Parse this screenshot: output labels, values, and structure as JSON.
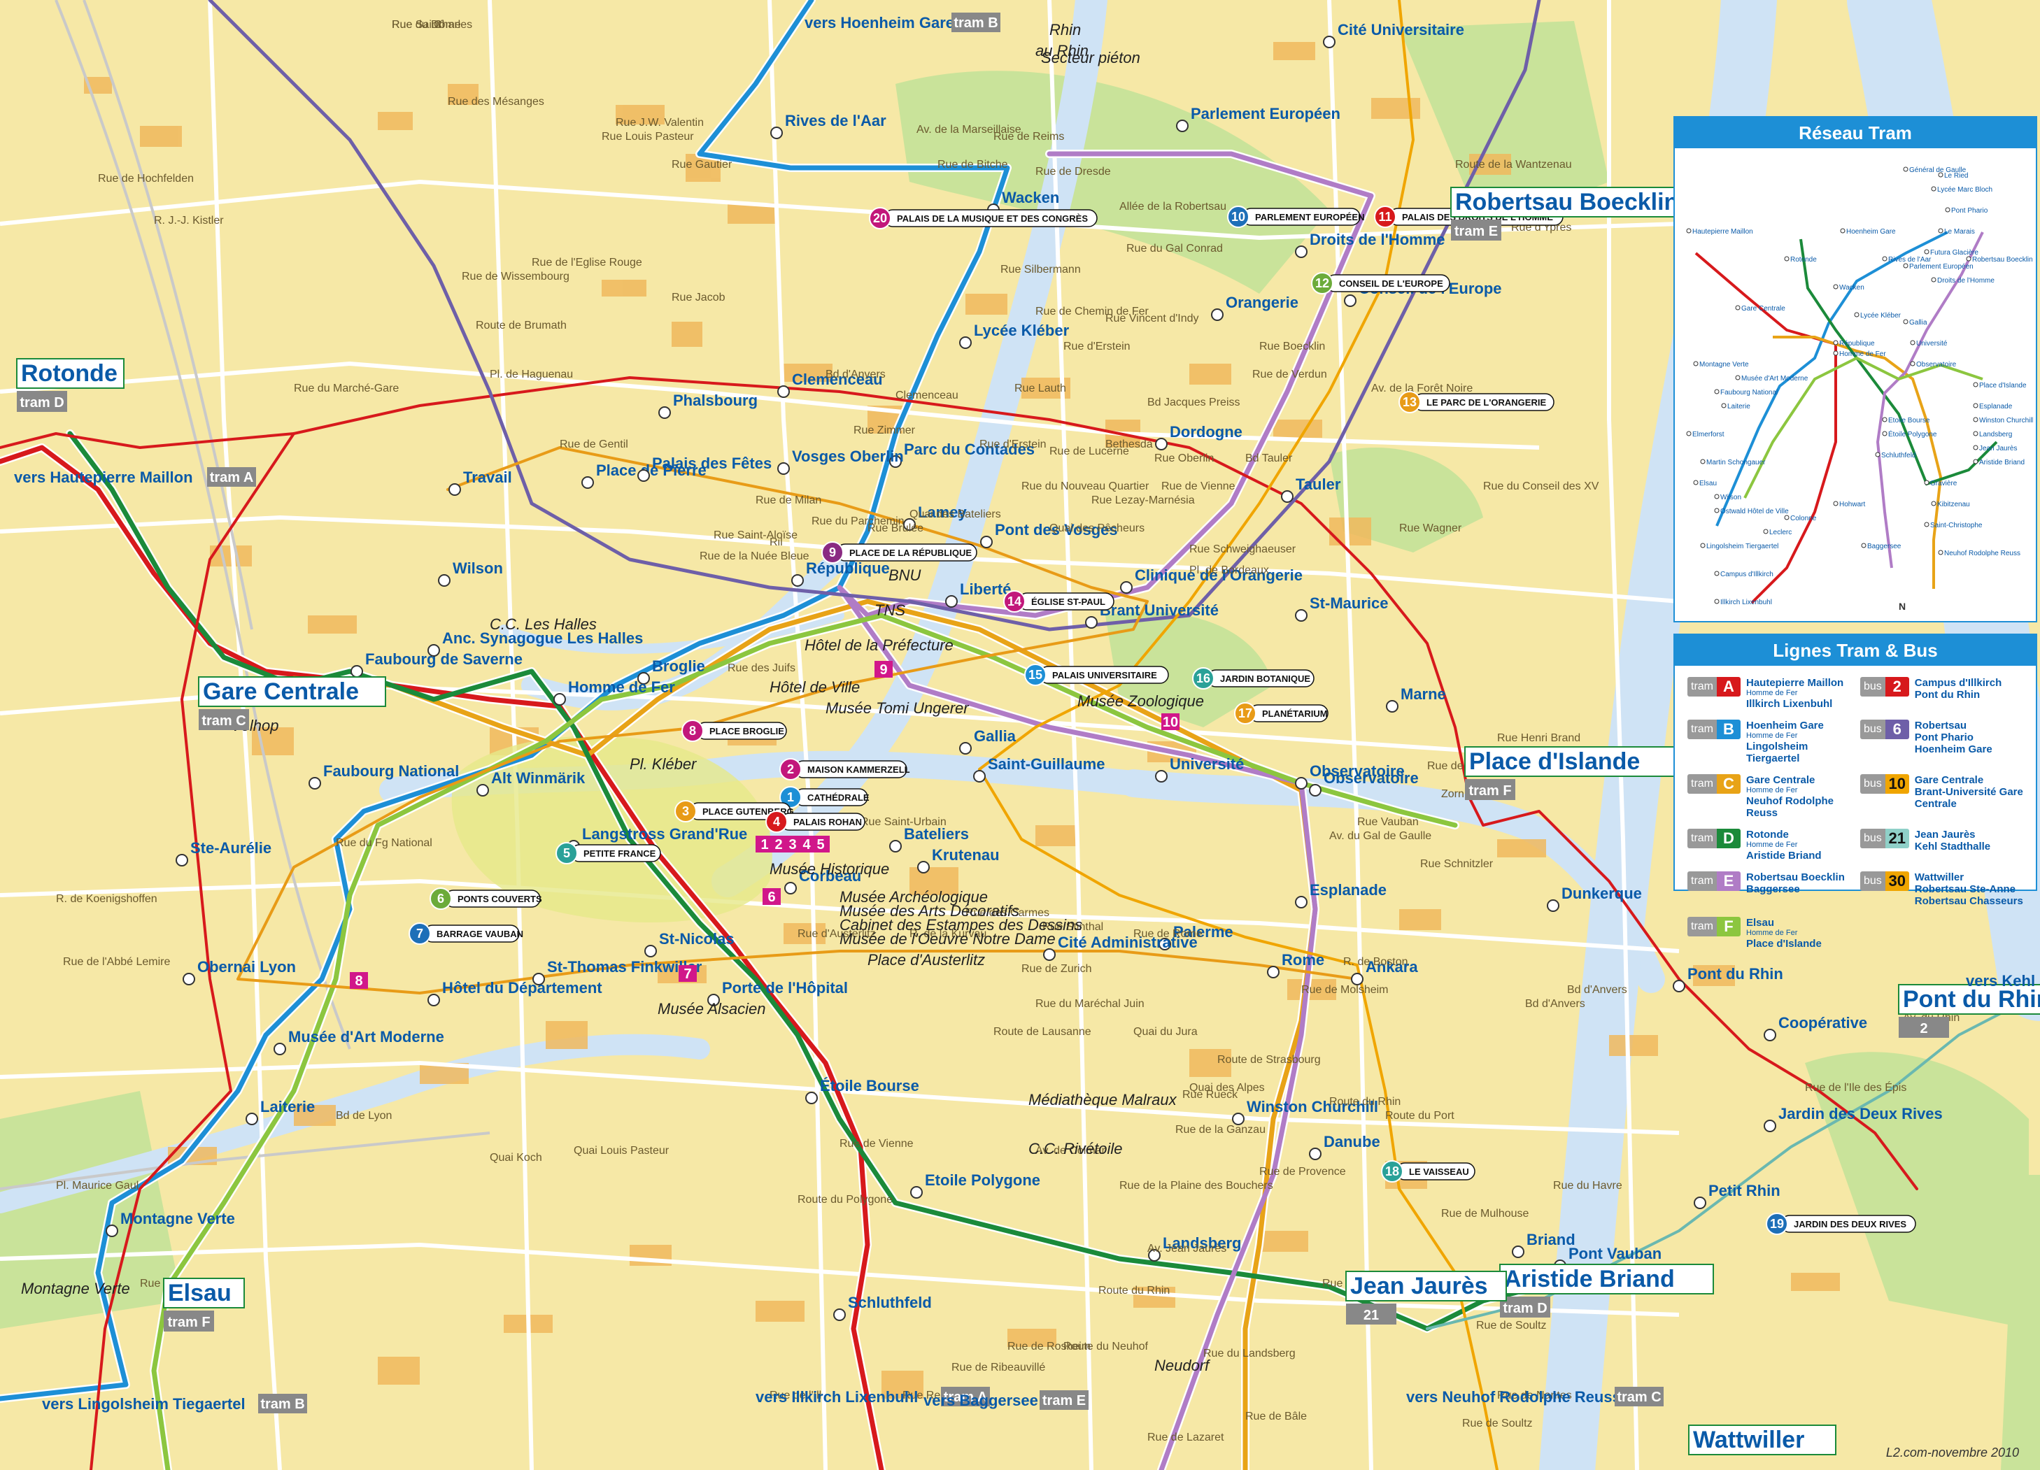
{
  "panels": {
    "network_title": "Réseau Tram",
    "lines_title": "Lignes Tram & Bus"
  },
  "lines": [
    {
      "mode": "tram",
      "code": "A",
      "color": "#d7191c",
      "text": "#fff",
      "from": "Hautepierre Maillon",
      "via": "Homme de Fer",
      "to": "Illkirch Lixenbuhl"
    },
    {
      "mode": "tram",
      "code": "B",
      "color": "#1d8fd6",
      "text": "#fff",
      "from": "Hoenheim Gare",
      "via": "Homme de Fer",
      "to": "Lingolsheim Tiergaertel"
    },
    {
      "mode": "tram",
      "code": "C",
      "color": "#e8a317",
      "text": "#fff",
      "from": "Gare Centrale",
      "via": "Homme de Fer",
      "to": "Neuhof Rodolphe Reuss"
    },
    {
      "mode": "tram",
      "code": "D",
      "color": "#1b8a3a",
      "text": "#fff",
      "from": "Rotonde",
      "via": "Homme de Fer",
      "to": "Aristide Briand"
    },
    {
      "mode": "tram",
      "code": "E",
      "color": "#b07cc6",
      "text": "#fff",
      "from": "Robertsau Boecklin",
      "via": "",
      "to": "Baggersee"
    },
    {
      "mode": "tram",
      "code": "F",
      "color": "#8cc63f",
      "text": "#fff",
      "from": "Elsau",
      "via": "Homme de Fer",
      "to": "Place d'Islande"
    },
    {
      "mode": "bus",
      "code": "2",
      "color": "#d7191c",
      "text": "#fff",
      "from": "Campus d'Illkirch",
      "via": "",
      "to": "Pont du Rhin"
    },
    {
      "mode": "bus",
      "code": "6",
      "color": "#6e5fa8",
      "text": "#fff",
      "from": "Robertsau",
      "via": "",
      "to": "Pont Phario Hoenheim Gare"
    },
    {
      "mode": "bus",
      "code": "10",
      "color": "#f0a500",
      "text": "#111",
      "from": "Gare Centrale",
      "via": "",
      "to": "Brant-Université Gare Centrale"
    },
    {
      "mode": "bus",
      "code": "21",
      "color": "#8fd0c8",
      "text": "#111",
      "from": "Jean Jaurès",
      "via": "",
      "to": "Kehl Stadthalle"
    },
    {
      "mode": "bus",
      "code": "30",
      "color": "#f0a500",
      "text": "#111",
      "from": "Wattwiller",
      "via": "",
      "to": "Robertsau Ste-Anne Robertsau Chasseurs"
    }
  ],
  "map": {
    "major_stations": [
      {
        "name": "Rotonde",
        "badge": "tram D"
      },
      {
        "name": "Gare Centrale",
        "badge": "tram C"
      },
      {
        "name": "Robertsau Boecklin",
        "badge": "tram E"
      },
      {
        "name": "Place d'Islande",
        "badge": "tram F"
      },
      {
        "name": "Aristide Briand",
        "badge": "tram D"
      },
      {
        "name": "Elsau",
        "badge": "tram F"
      },
      {
        "name": "Jean Jaurès",
        "badge": "21"
      },
      {
        "name": "Pont du Rhin",
        "badge": "2"
      },
      {
        "name": "Wattwiller",
        "badge": ""
      }
    ],
    "terminus_labels": [
      {
        "name": "vers Hautepierre Maillon",
        "badge": "tram A"
      },
      {
        "name": "vers Hoenheim Gare",
        "badge": "tram B"
      },
      {
        "name": "vers Lingolsheim Tiegaertel",
        "badge": "tram B"
      },
      {
        "name": "vers Illkirch Lixenbuhl",
        "badge": "tram A"
      },
      {
        "name": "vers Baggersee",
        "badge": "tram E"
      },
      {
        "name": "vers Neuhof Rodolphe Reuss",
        "badge": "tram C"
      },
      {
        "name": "vers Kehl Stadthalle",
        "badge": "21"
      }
    ],
    "stations": [
      "Rives de l'Aar",
      "Wacken",
      "Lycée Kléber",
      "Parc du Contades",
      "République",
      "Broglie",
      "Homme de Fer",
      "Alt Winmärik",
      "Faubourg National",
      "Ste-Aurélie",
      "Porte de l'Hôpital",
      "Étoile Bourse",
      "Etoile Polygone",
      "Schluthfeld",
      "Landsberg",
      "Winston Churchill",
      "Danube",
      "Ankara",
      "Rome",
      "Esplanade",
      "Observatoire",
      "Université",
      "Gallia",
      "Saint-Guillaume",
      "Krutenau",
      "Bateliers",
      "Corbeau",
      "Langstross Grand'Rue",
      "St-Nicolas",
      "St-Thomas Finkwiller",
      "Musée d'Art Moderne",
      "Laiterie",
      "Montagne Verte",
      "Faubourg de Saverne",
      "Anc. Synagogue Les Halles",
      "Clemenceau",
      "Phalsbourg",
      "Place de Pierre",
      "Palais des Fêtes",
      "Vosges Oberlin",
      "Lamey",
      "Pont des Vosges",
      "Liberté",
      "Brant Université",
      "Clinique de l'Orangerie",
      "Dordogne",
      "Tauler",
      "St-Maurice",
      "Marne",
      "Orangerie",
      "Conseil de l'Europe",
      "Droits de l'Homme",
      "Parlement Européen",
      "Cité Universitaire",
      "Dunkerque",
      "Coopérative",
      "Jardin des Deux Rives",
      "Petit Rhin",
      "Pont Vauban",
      "Briand",
      "Palerme",
      "Cité Administrative",
      "Hôtel du Département",
      "Obernai Lyon",
      "Travail",
      "Wilson",
      "Pont du Rhin",
      "Observatoire"
    ],
    "streets": [
      "Rue Saint",
      "Charles",
      "Rue des Mésanges",
      "Rue Louis Pasteur",
      "Rue J.W. Valentin",
      "Rue Gautier",
      "Rue de Wissembourg",
      "Route de Brumath",
      "Rue de l'Eglise Rouge",
      "Pl. de Haguenau",
      "Rue du Marché-Gare",
      "Rue de Hochfelden",
      "R. J.-J. Kistler",
      "Rue Jacob",
      "Rue de Gentil",
      "Clemenceau",
      "Bd d'Anvers",
      "Rue Lauth",
      "Bd Jacques Preiss",
      "Rue Schweighaeuser",
      "Bd Tauler",
      "Rue Wagner",
      "Rue du Conseil des XV",
      "Allée de la Robertsau",
      "Rue Boecklin",
      "Route de la Wantzenau",
      "Av. de la Forêt Noire",
      "Quai des Pêcheurs",
      "Quai des Bateliers",
      "Rue des Juifs",
      "Bd de Lyon",
      "Quai Louis Pasteur",
      "Route du Polygone",
      "Rue de Rome",
      "Quai du Jura",
      "Quai des Alpes",
      "Route du Rhin",
      "Route du Port",
      "Bd d'Anvers",
      "Rue de Mulhouse",
      "Av. Jean Jaurès",
      "Rue du Fg National",
      "R. de Koenigshoffen",
      "Rue de l'Abbé Lemire",
      "Pl. Maurice Gaul",
      "Rue de l'Oberelsau",
      "Quai Koch",
      "Rue Saint-Urbain",
      "Route de Lausanne",
      "Rue de Zurich",
      "R. de Boston",
      "Av. du Gal de Gaulle",
      "Rue Vauban",
      "Rue Schnitzler",
      "Rue d'Austerlitz",
      "Rue de Vienne",
      "Route du Neuhof",
      "Rue de Soultz",
      "Rue de Nantes",
      "Rue du Havre",
      "Av. du Rhin",
      "Rue de l'Ile des Épis",
      "Bd d'Anvers",
      "Rue du Maréchal Juin",
      "R. de la Kurvau",
      "Rue des Carmes",
      "Rue de Molsheim",
      "Rue de la Plaine des Bouchers",
      "Av. de Colmar",
      "Rue de la Ganzau",
      "Rue de Provence",
      "Rue du Landsberg",
      "Rue de Lazaret",
      "Rue de Bâle",
      "Rue de Soultz",
      "Rue Reitgasse",
      "Rue de Ribeauvillé",
      "Route du Rhin",
      "Rue Stinthal",
      "Rue Rueck",
      "Route de Strasbourg",
      "Rue de la Broque",
      "Rue de Rosheim",
      "Rue de l'Ill",
      "Rue de Dresde",
      "Rue de Bitche",
      "Av. de la Marseillaise",
      "Rue de Reims",
      "Pl. de Bordeaux",
      "Rue Silbermann",
      "Rue d'Erstein",
      "Rue de Verdun",
      "Rue du Gal Conrad",
      "Rue Vincent d'Indy",
      "Rue de Chemin de Fer",
      "Rue d'Ypres",
      "Rue de Berne",
      "Rue Henri Brand",
      "Zorn",
      "Rue du Nouveau Quartier",
      "Rue Lezay-Marnésia",
      "Rue Zimmer",
      "Bethesda",
      "Rue Oberlin",
      "Rue de Vienne",
      "Rue d'Erstein",
      "Rue de Lucerne",
      "Rue de Milan",
      "Rue Saint-Aloïse",
      "Rue Brulée",
      "Rue du Parchemin",
      "Ril",
      "Rue de la Nuée Bleue",
      "Rue du Dôme"
    ],
    "places": [
      "Pl. Kléber",
      "Neudorf",
      "Montagne Verte",
      "Place d'Austerlitz",
      "BNU",
      "TNS",
      "Médiathèque Malraux",
      "C.C. Les Halles",
      "C.C. Rivétoile",
      "Musée Zoologique",
      "Musée Tomi Ungerer",
      "Hôtel de Ville",
      "Hôtel de la Préfecture",
      "Musée Historique",
      "Musée Alsacien",
      "Musée Archéologique",
      "Musée des Arts Décoratifs",
      "Cabinet des Estampes des Dessins",
      "Musée de l'Oeuvre Notre Dame",
      "Vélhop",
      "au Rhin",
      "Secteur piéton",
      "Rhin"
    ],
    "pois": [
      {
        "num": "1",
        "label": "CATHÉDRALE",
        "color": "#1d8fd6"
      },
      {
        "num": "2",
        "label": "MAISON KAMMERZELL",
        "color": "#c2177b"
      },
      {
        "num": "3",
        "label": "PLACE GUTENBERG",
        "color": "#e89b17"
      },
      {
        "num": "4",
        "label": "PALAIS ROHAN",
        "color": "#d7191c"
      },
      {
        "num": "5",
        "label": "PETITE FRANCE",
        "color": "#2aa198"
      },
      {
        "num": "6",
        "label": "PONTS COUVERTS",
        "color": "#6cab3a"
      },
      {
        "num": "7",
        "label": "BARRAGE VAUBAN",
        "color": "#1d6fb8"
      },
      {
        "num": "8",
        "label": "PLACE BROGLIE",
        "color": "#c2177b"
      },
      {
        "num": "9",
        "label": "PLACE DE LA RÉPUBLIQUE",
        "color": "#8a2a82"
      },
      {
        "num": "10",
        "label": "PARLEMENT EUROPÉEN",
        "color": "#1d6fb8"
      },
      {
        "num": "11",
        "label": "PALAIS DES DROITS DE L'HOMME",
        "color": "#d7191c"
      },
      {
        "num": "12",
        "label": "CONSEIL DE L'EUROPE",
        "color": "#6cab3a"
      },
      {
        "num": "13",
        "label": "LE PARC DE L'ORANGERIE",
        "color": "#e89b17"
      },
      {
        "num": "14",
        "label": "ÉGLISE ST-PAUL",
        "color": "#c2177b"
      },
      {
        "num": "15",
        "label": "PALAIS UNIVERSITAIRE",
        "color": "#1d8fd6"
      },
      {
        "num": "16",
        "label": "JARDIN BOTANIQUE",
        "color": "#2aa198"
      },
      {
        "num": "17",
        "label": "PLANÉTARIUM",
        "color": "#e89b17"
      },
      {
        "num": "18",
        "label": "LE VAISSEAU",
        "color": "#2aa198"
      },
      {
        "num": "19",
        "label": "JARDIN DES DEUX RIVES",
        "color": "#1d6fb8"
      },
      {
        "num": "20",
        "label": "PALAIS DE LA MUSIQUE ET DES CONGRÈS",
        "color": "#c2177b"
      }
    ],
    "museums": [
      "1",
      "2",
      "3",
      "4",
      "5",
      "6",
      "7",
      "8",
      "9",
      "10"
    ],
    "credit": "L2.com-novembre 2010",
    "bus_tags": [
      "2",
      "6",
      "10",
      "30",
      "21"
    ],
    "mini_map": {
      "stations": [
        "Le Ried",
        "Général de Gaulle",
        "Lycée Marc Bloch",
        "Pont Phario",
        "Le Marais",
        "Futura Glacière",
        "Hoenheim Gare",
        "Rives de l'Aar",
        "Parlement Européen",
        "Droits de l'Homme",
        "Robertsau Boecklin",
        "Hautepierre Maillon",
        "Rotonde",
        "Gare Centrale",
        "Homme de Fer",
        "Observatoire",
        "Place d'Islande",
        "Esplanade",
        "Winston Churchill",
        "Landsberg",
        "Jean Jaurès",
        "Aristide Briand",
        "Elsau",
        "Lingolsheim Tiergaertel",
        "Baggersee",
        "Neuhof Rodolphe Reuss",
        "Illkirch Lixenbuhl",
        "Campus d'Illkirch",
        "Gravière",
        "Kibitzenau",
        "Saint-Christophe",
        "Montagne Verte",
        "Musée d'Art Moderne",
        "Faubourg National",
        "Laiterie",
        "Elmerforst",
        "Wilson",
        "Lycée Kléber",
        "Wacken",
        "République",
        "Université",
        "Gallia",
        "Etoile Bourse",
        "Étoile Polygone",
        "Schluthfeld",
        "Colonne",
        "Leclerc",
        "Hohwart",
        "Martin Schongauer",
        "Ostwald Hôtel de Ville"
      ],
      "north_label": "N"
    }
  },
  "colors": {
    "tramA": "#d7191c",
    "tramB": "#1d8fd6",
    "tramC": "#e8a317",
    "tramD": "#1b8a3a",
    "tramE": "#b07cc6",
    "tramF": "#8cc63f",
    "bus2": "#d7191c",
    "bus6": "#6e5fa8",
    "bus10": "#f0a500",
    "bus21": "#8fd0c8",
    "bus30": "#f0a500",
    "river": "#cfe3f5",
    "land": "#f6e8a6",
    "block": "#f0b85d",
    "green": "#c9e39a",
    "road": "#ffffff",
    "station": "#0a5aa8"
  }
}
